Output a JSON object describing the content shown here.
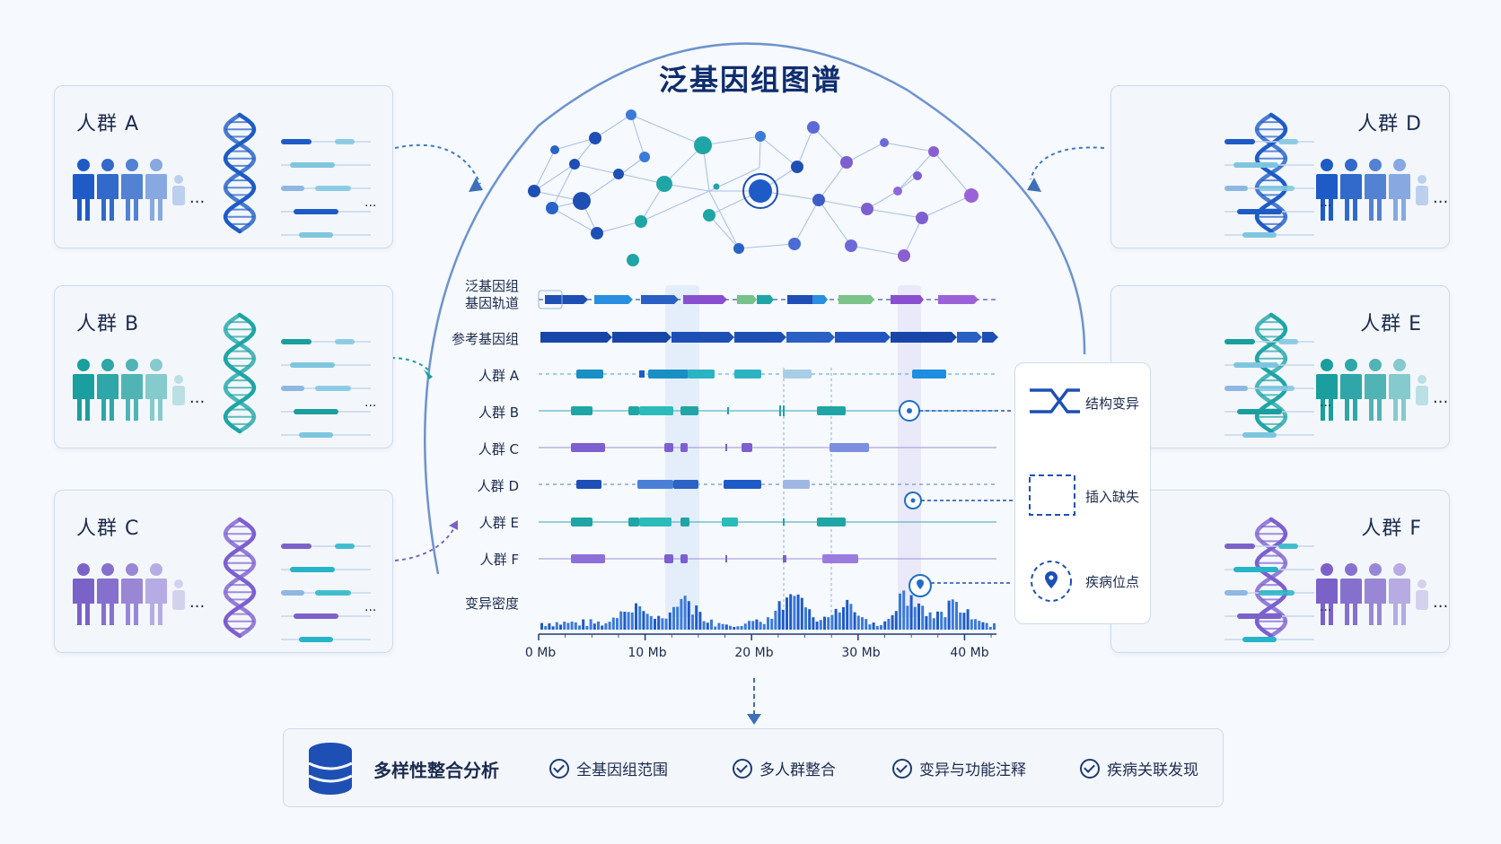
{
  "title": "泛基因组图谱",
  "populations": [
    {
      "label": "人群 A",
      "color": "#1e5bc6",
      "dna_color": "#1e5bc6",
      "dots": "..."
    },
    {
      "label": "人群 B",
      "color": "#1a9e9e",
      "dna_color": "#1fa5a5",
      "dots": "..."
    },
    {
      "label": "人群 C",
      "color": "#7b62c9",
      "dna_color": "#7d5fd0",
      "dots": "..."
    },
    {
      "label": "人群 D",
      "color": "#1e5bc6",
      "dna_color": "#1e5bc6",
      "dots": "..."
    },
    {
      "label": "人群 E",
      "color": "#1a9e9e",
      "dna_color": "#1fa5a5",
      "dots": "..."
    },
    {
      "label": "人群 F",
      "color": "#7b62c9",
      "dna_color": "#7d5fd0",
      "dots": "..."
    }
  ],
  "tracks": {
    "pangenome_line1": "泛基因组",
    "pangenome_line2": "基因轨道",
    "reference": "参考基因组",
    "populations": [
      "人群 A",
      "人群 B",
      "人群 C",
      "人群 D",
      "人群 E",
      "人群 F"
    ],
    "density": "变异密度"
  },
  "axis": {
    "unit_range": [
      0,
      43
    ],
    "ticks": [
      "0 Mb",
      "10 Mb",
      "20 Mb",
      "30 Mb",
      "40 Mb"
    ]
  },
  "legend": {
    "structural_variant": "结构变异",
    "indel": "插入缺失",
    "disease_locus": "疾病位点"
  },
  "summary": {
    "title": "多样性整合分析",
    "features": [
      "全基因组范围",
      "多人群整合",
      "变异与功能注释",
      "疾病关联发现"
    ]
  },
  "colors": {
    "navy": "#0f2d6e",
    "blue": "#1e5bc6",
    "teal": "#1fa5a5",
    "purple": "#7d5fd0",
    "light_blue": "#7fb1e6"
  }
}
